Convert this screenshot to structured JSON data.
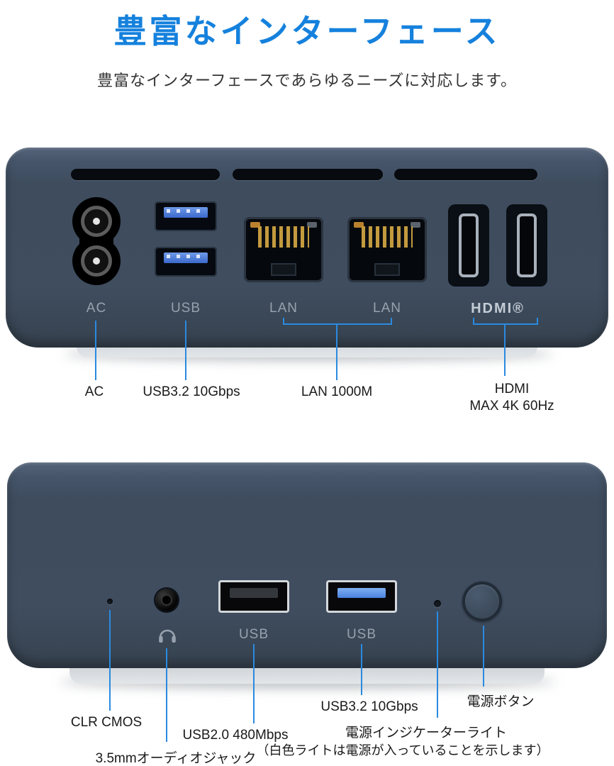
{
  "page": {
    "title": "豊富なインターフェース",
    "subtitle": "豊富なインターフェースであらゆるニーズに対応します。"
  },
  "colors": {
    "accent_blue": "#1581dd",
    "callout_line_blue": "#2a8ae0",
    "device_navy": "#3f4d5f",
    "usb3_blue": "#4a82de"
  },
  "rear": {
    "panel": {
      "ac": "AC",
      "usb": "USB",
      "lan_left": "LAN",
      "lan_right": "LAN",
      "hdmi": "HDMI®"
    },
    "callouts": {
      "ac": "AC",
      "usb": "USB3.2 10Gbps",
      "lan": "LAN 1000M",
      "hdmi_1": "HDMI",
      "hdmi_2": "MAX 4K 60Hz"
    }
  },
  "front": {
    "panel": {
      "usb_left": "USB",
      "usb_right": "USB"
    },
    "callouts": {
      "clr_cmos": "CLR CMOS",
      "audio": "3.5mmオーディオジャック",
      "usb2": "USB2.0 480Mbps",
      "usb3": "USB3.2 10Gbps",
      "led_1": "電源インジケーターライト",
      "led_2": "（白色ライトは電源が入っていることを示します）",
      "power": "電源ボタン"
    }
  }
}
